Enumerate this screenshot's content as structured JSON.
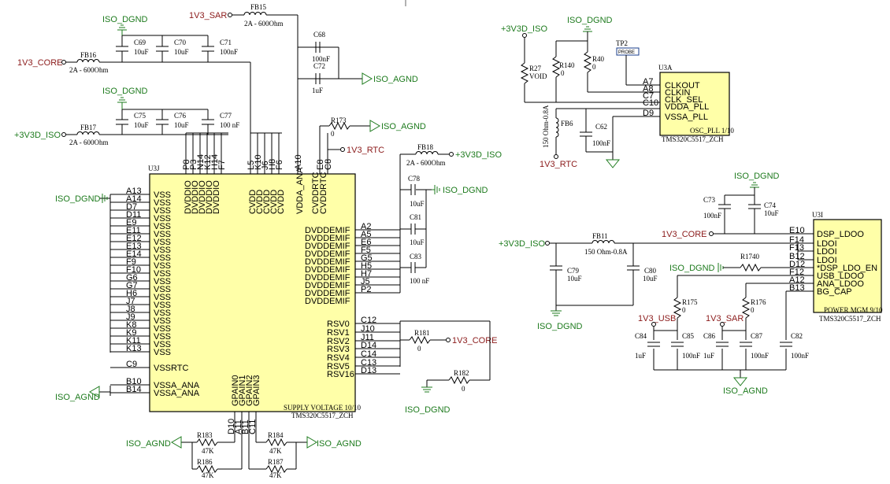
{
  "nets": {
    "v1v3_sar": "1V3_SAR",
    "v1v3_core": "1V3_CORE",
    "v3v3d_iso": "+3V3D_ISO",
    "iso_dgnd": "ISO_DGND",
    "iso_agnd": "ISO_AGND",
    "v1v3_rtc": "1V3_RTC",
    "v1v3_usb": "1V3_USB"
  },
  "u3j": {
    "ref": "U3J",
    "title": "SUPPLY VOLTAGE 10/10",
    "part": "TMS320C5517_ZCH",
    "left_nums": [
      "A13",
      "A14",
      "D7",
      "D11",
      "E9",
      "E11",
      "E12",
      "E13",
      "E14",
      "F9",
      "F10",
      "G6",
      "G7",
      "H6",
      "J7",
      "J8",
      "J9",
      "K8",
      "K9",
      "K11",
      "K13",
      "C9",
      "B10",
      "B14"
    ],
    "left_names": [
      "VSS",
      "VSS",
      "VSS",
      "VSS",
      "VSS",
      "VSS",
      "VSS",
      "VSS",
      "VSS",
      "VSS",
      "VSS",
      "VSS",
      "VSS",
      "VSS",
      "VSS",
      "VSS",
      "VSS",
      "VSS",
      "VSS",
      "VSS",
      "VSS",
      "VSSRTC",
      "VSSA_ANA",
      "VSSA_ANA"
    ],
    "top_nums": [
      "P8",
      "P3",
      "N14",
      "K12",
      "H14",
      "F7",
      "L5",
      "K10",
      "J6",
      "H8",
      "F6",
      "A10",
      "E8",
      "C8"
    ],
    "top_names": [
      "DVDDIO",
      "DVDDIO",
      "DVDDIO",
      "DVDDIO",
      "DVDDIO",
      "CVDD",
      "CVDD",
      "CVDD",
      "CVDD",
      "CVDD",
      "VDDA_ANA",
      "CVDDRTC",
      "CVDDRTC"
    ],
    "right_names_a": [
      "DVDDEMIF",
      "DVDDEMIF",
      "DVDDEMIF",
      "DVDDEMIF",
      "DVDDEMIF",
      "DVDDEMIF",
      "DVDDEMIF",
      "DVDDEMIF",
      "DVDDEMIF",
      "DVDDEMIF"
    ],
    "right_nums_a": [
      "A2",
      "A5",
      "E6",
      "F5",
      "G5",
      "H5",
      "H7",
      "J5",
      "P2"
    ],
    "right_names_b": [
      "RSV0",
      "RSV1",
      "RSV2",
      "RSV3",
      "RSV4",
      "RSV5",
      "RSV16"
    ],
    "right_nums_b": [
      "C12",
      "J10",
      "J11",
      "D14",
      "C14",
      "C13",
      "D13"
    ],
    "bottom_names": [
      "GPAIN0",
      "GPAIN1",
      "GPAIN2",
      "GPAIN3"
    ],
    "bottom_nums": [
      "D10",
      "A11",
      "B11",
      "C11"
    ]
  },
  "u3a": {
    "ref": "U3A",
    "title": "OSC_PLL 1/10",
    "part": "TMS320C5517_ZCH",
    "pin_nums": [
      "A7",
      "A8",
      "C7",
      "C10",
      "D9"
    ],
    "pin_names": [
      "CLKOUT",
      "CLKIN",
      "CLK_SEL",
      "VDDA_PLL",
      "VSSA_PLL"
    ]
  },
  "u3i": {
    "ref": "U3I",
    "title": "POWER MGM 9/10",
    "part": "TMS320C5517_ZCH",
    "pin_nums": [
      "E10",
      "F14",
      "F13",
      "B12",
      "D12",
      "F12",
      "A12",
      "B13"
    ],
    "pin_names": [
      "DSP_LDOO",
      "LDOI",
      "LDOI",
      "LDOI",
      "*DSP_LDO_EN",
      "USB_LDOO",
      "ANA_LDOO",
      "BG_CAP"
    ]
  },
  "parts": {
    "fb15": {
      "ref": "FB15",
      "val": "2A - 600Ohm"
    },
    "fb16": {
      "ref": "FB16",
      "val": "2A - 600Ohm"
    },
    "fb17": {
      "ref": "FB17",
      "val": "2A - 600Ohm"
    },
    "fb18": {
      "ref": "FB18",
      "val": "2A - 600Ohm"
    },
    "fb6": {
      "ref": "FB6",
      "val": "150 Ohm-0.8A"
    },
    "fb11": {
      "ref": "FB11",
      "val": "150 Ohm-0.8A"
    },
    "c69": {
      "ref": "C69",
      "val": "10uF"
    },
    "c70": {
      "ref": "C70",
      "val": "10uF"
    },
    "c71": {
      "ref": "C71",
      "val": "100nF"
    },
    "c68": {
      "ref": "C68",
      "val": "100nF"
    },
    "c72": {
      "ref": "C72",
      "val": "1uF"
    },
    "c75": {
      "ref": "C75",
      "val": "10uF"
    },
    "c76": {
      "ref": "C76",
      "val": "10uF"
    },
    "c77": {
      "ref": "C77",
      "val": "100 nF"
    },
    "c78": {
      "ref": "C78",
      "val": "10uF"
    },
    "c81": {
      "ref": "C81",
      "val": "10uF"
    },
    "c83": {
      "ref": "C83",
      "val": "100 nF"
    },
    "c62": {
      "ref": "C62",
      "val": "100nF"
    },
    "c73": {
      "ref": "C73",
      "val": "100nF"
    },
    "c74": {
      "ref": "C74",
      "val": "10uF"
    },
    "c79": {
      "ref": "C79",
      "val": "10uF"
    },
    "c80": {
      "ref": "C80",
      "val": "10uF"
    },
    "c84": {
      "ref": "C84",
      "val": "1uF"
    },
    "c85": {
      "ref": "C85",
      "val": "100nF"
    },
    "c86": {
      "ref": "C86",
      "val": "1uF"
    },
    "c87": {
      "ref": "C87",
      "val": "100nF"
    },
    "c82": {
      "ref": "C82",
      "val": "100nF"
    },
    "r173": {
      "ref": "R173",
      "val": "0"
    },
    "r181": {
      "ref": "R181",
      "val": "0"
    },
    "r182": {
      "ref": "R182",
      "val": "0"
    },
    "r183": {
      "ref": "R183",
      "val": "47K"
    },
    "r184": {
      "ref": "R184",
      "val": "47K"
    },
    "r186": {
      "ref": "R186",
      "val": "47K"
    },
    "r187": {
      "ref": "R187",
      "val": "47K"
    },
    "r27": {
      "ref": "R27",
      "val": "VOID"
    },
    "r140": {
      "ref": "R140",
      "val": "0"
    },
    "r40": {
      "ref": "R40",
      "val": "0"
    },
    "r1740": {
      "ref": "R1740",
      "val": ""
    },
    "r175": {
      "ref": "R175",
      "val": "0"
    },
    "r176": {
      "ref": "R176",
      "val": "0"
    },
    "tp2": {
      "ref": "TP2",
      "val": "PROBE"
    }
  }
}
